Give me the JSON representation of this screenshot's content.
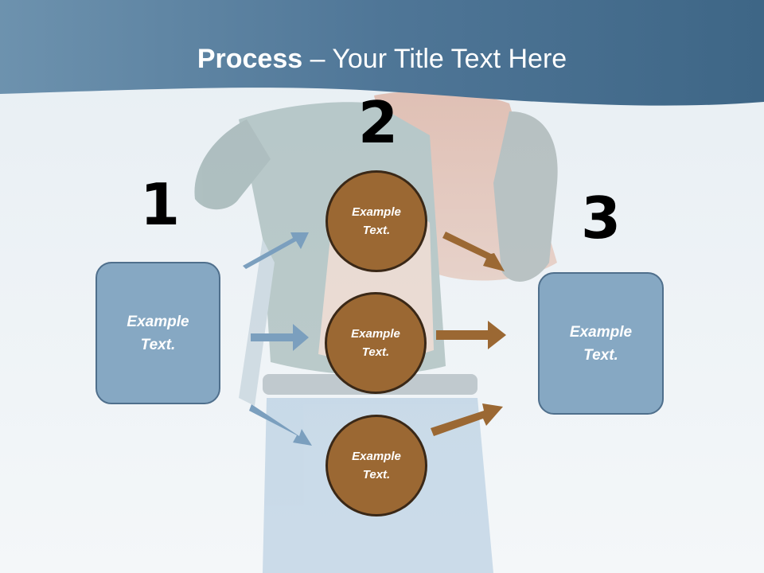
{
  "slide": {
    "title_bold": "Process",
    "title_rest": " – Your Title Text Here",
    "numbers": [
      "1",
      "2",
      "3"
    ],
    "left_box": "Example\nText.",
    "right_box": "Example\nText.",
    "circles": [
      "Example\nText.",
      "Example\nText.",
      "Example\nText."
    ]
  },
  "colors": {
    "header_band": "#4a7394",
    "box_fill": "#86a8c3",
    "box_border": "#4f6f8c",
    "circle_fill": "#9b6833",
    "circle_border": "#3a2817",
    "arrow_blue": "#7b9fbe",
    "arrow_brown": "#9b6833"
  }
}
